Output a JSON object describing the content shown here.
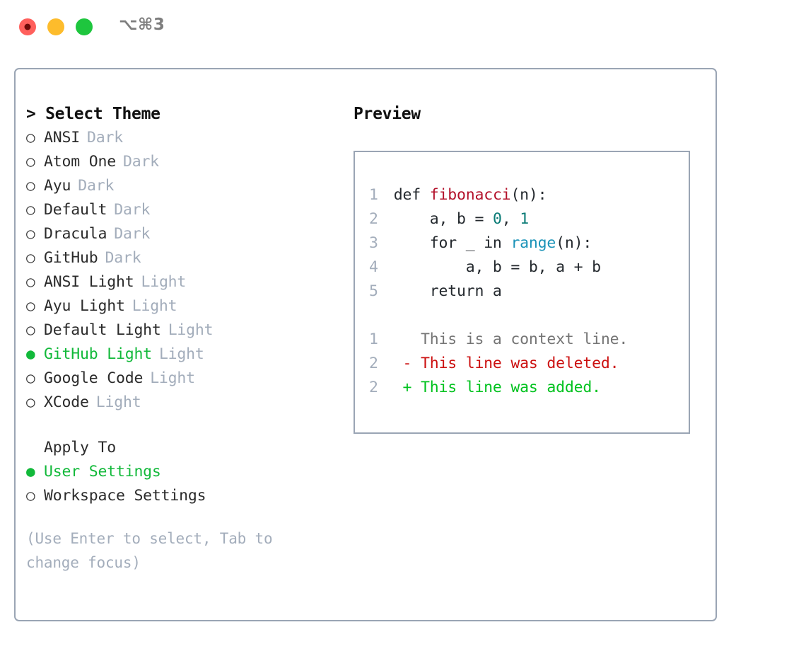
{
  "window": {
    "title_shortcut": "⌥⌘3",
    "traffic_lights": [
      {
        "name": "close",
        "color": "#ff605c",
        "recording": true
      },
      {
        "name": "minimize",
        "color": "#fdbc2c",
        "recording": false
      },
      {
        "name": "maximize",
        "color": "#1ec63e",
        "recording": false
      }
    ],
    "accent_color": "#12b93a",
    "border_color": "#9aa5b4"
  },
  "theme_picker": {
    "heading_caret": ">",
    "heading": "Select Theme",
    "bullet_off": "○",
    "bullet_on": "●",
    "items": [
      {
        "label": "ANSI",
        "badge": "Dark",
        "selected": false
      },
      {
        "label": "Atom One",
        "badge": "Dark",
        "selected": false
      },
      {
        "label": "Ayu",
        "badge": "Dark",
        "selected": false
      },
      {
        "label": "Default",
        "badge": "Dark",
        "selected": false
      },
      {
        "label": "Dracula",
        "badge": "Dark",
        "selected": false
      },
      {
        "label": "GitHub",
        "badge": "Dark",
        "selected": false
      },
      {
        "label": "ANSI Light",
        "badge": "Light",
        "selected": false
      },
      {
        "label": "Ayu Light",
        "badge": "Light",
        "selected": false
      },
      {
        "label": "Default Light",
        "badge": "Light",
        "selected": false
      },
      {
        "label": "GitHub Light",
        "badge": "Light",
        "selected": true
      },
      {
        "label": "Google Code",
        "badge": "Light",
        "selected": false
      },
      {
        "label": "XCode",
        "badge": "Light",
        "selected": false
      }
    ]
  },
  "apply_to": {
    "title": "Apply To",
    "options": [
      {
        "label": "User Settings",
        "selected": true
      },
      {
        "label": "Workspace Settings",
        "selected": false
      }
    ]
  },
  "hint": {
    "line1": "(Use Enter to select, Tab to",
    "line2": "change focus)"
  },
  "preview": {
    "title": "Preview",
    "code": {
      "lines": [
        {
          "no": "1",
          "parts": [
            {
              "t": "def ",
              "c": "plain"
            },
            {
              "t": "fibonacci",
              "c": "func"
            },
            {
              "t": "(n):",
              "c": "plain"
            }
          ]
        },
        {
          "no": "2",
          "parts": [
            {
              "t": "    a, b = ",
              "c": "plain"
            },
            {
              "t": "0",
              "c": "num"
            },
            {
              "t": ", ",
              "c": "plain"
            },
            {
              "t": "1",
              "c": "num"
            }
          ]
        },
        {
          "no": "3",
          "parts": [
            {
              "t": "    for _ in ",
              "c": "plain"
            },
            {
              "t": "range",
              "c": "call"
            },
            {
              "t": "(n):",
              "c": "plain"
            }
          ]
        },
        {
          "no": "4",
          "parts": [
            {
              "t": "        a, b = b, a + b",
              "c": "plain"
            }
          ]
        },
        {
          "no": "5",
          "parts": [
            {
              "t": "    return a",
              "c": "plain"
            }
          ]
        }
      ]
    },
    "diff": {
      "lines": [
        {
          "no": "1",
          "marker": " ",
          "text": "This is a context line.",
          "kind": "ctx"
        },
        {
          "no": "2",
          "marker": "-",
          "text": "This line was deleted.",
          "kind": "del"
        },
        {
          "no": "2",
          "marker": "+",
          "text": "This line was added.",
          "kind": "add"
        }
      ]
    }
  }
}
